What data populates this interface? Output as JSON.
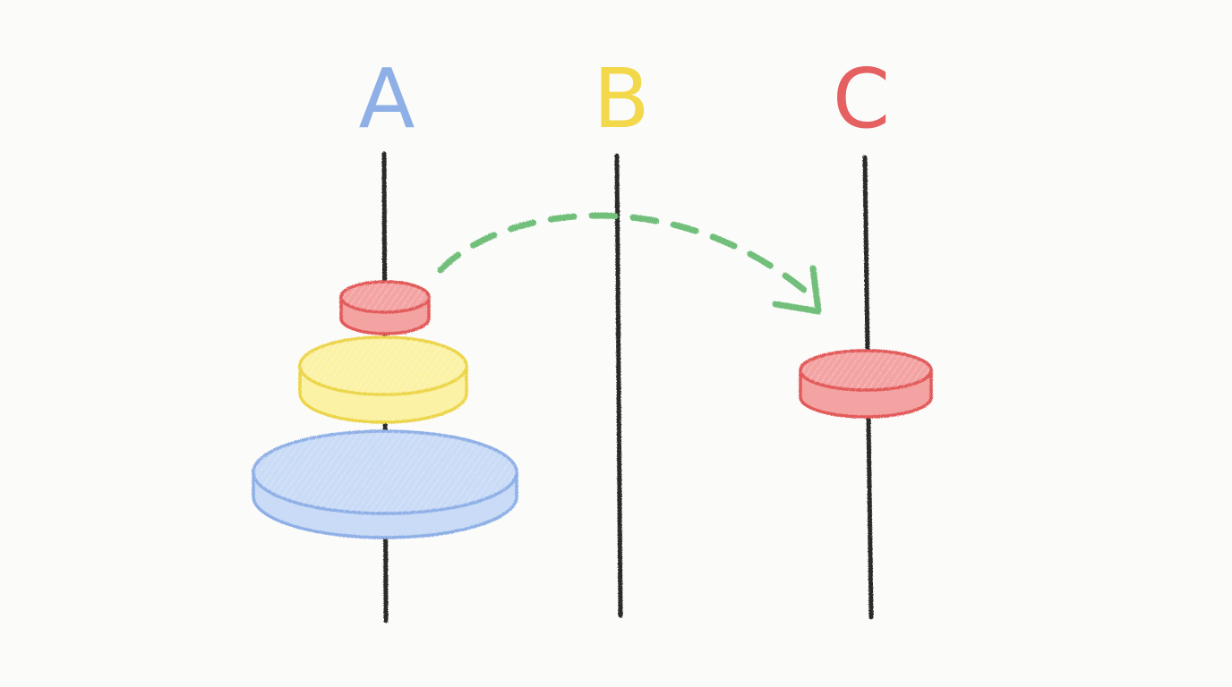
{
  "pegs": [
    {
      "label": "A",
      "color": "#8fb0e6"
    },
    {
      "label": "B",
      "color": "#f2d84a"
    },
    {
      "label": "C",
      "color": "#e56060"
    }
  ],
  "disks": {
    "small": {
      "fill": "#f4a3a3",
      "stroke": "#e25a5a"
    },
    "medium": {
      "fill": "#fbf2a6",
      "stroke": "#ecd54c"
    },
    "large": {
      "fill": "#c9dbf6",
      "stroke": "#8fb0e6"
    }
  },
  "arrow": {
    "color": "#72bf7c"
  },
  "peg_color": "#2b2b2b"
}
